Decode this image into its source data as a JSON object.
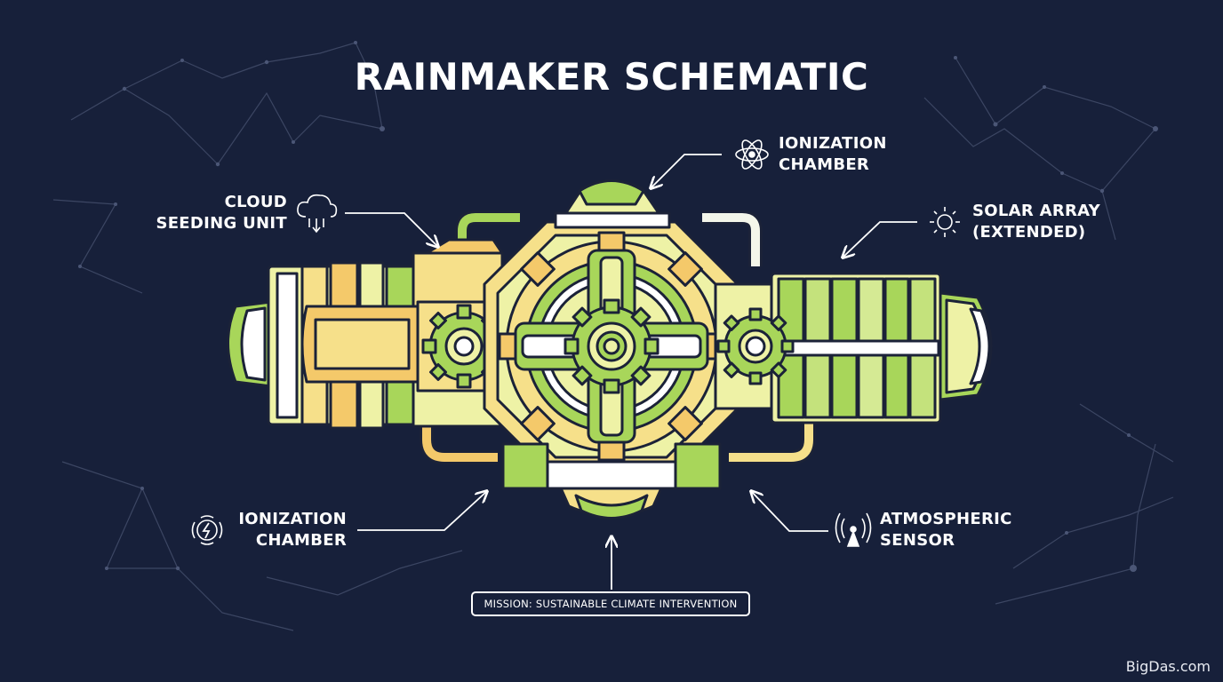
{
  "title": "RAINMAKER SCHEMATIC",
  "callouts": {
    "ionization_top": {
      "line1": "IONIZATION",
      "line2": "CHAMBER",
      "icon": "atom-icon"
    },
    "cloud_seeding": {
      "line1": "CLOUD",
      "line2": "SEEDING UNIT",
      "icon": "cloud-rain-icon"
    },
    "solar_array": {
      "line1": "SOLAR ARRAY",
      "line2": "(EXTENDED)",
      "icon": "sun-icon"
    },
    "ionization_bottom": {
      "line1": "IONIZATION",
      "line2": "CHAMBER",
      "icon": "lightning-icon"
    },
    "atmospheric_sensor": {
      "line1": "ATMOSPHERIC",
      "line2": "SENSOR",
      "icon": "antenna-icon"
    }
  },
  "mission": "MISSION: SUSTAINABLE CLIMATE INTERVENTION",
  "credit": "BigDas.com",
  "colors": {
    "background": "#17203a",
    "lime": "#a8d65a",
    "pale_yellow": "#eef2a6",
    "yellow": "#f6e08a",
    "orange_yellow": "#f4c96a",
    "outline": "#1b2238",
    "white": "#ffffff",
    "constellation": "#3c4663"
  }
}
